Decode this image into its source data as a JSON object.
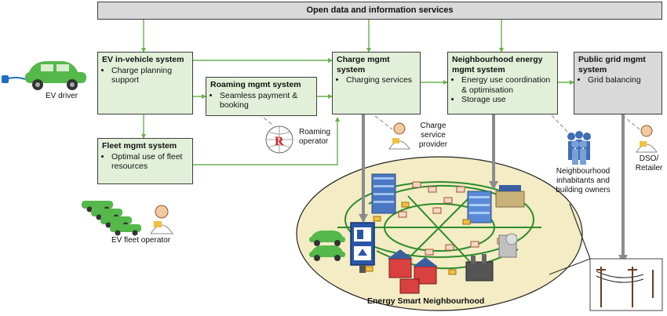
{
  "top_bar": {
    "label": "Open data and information services"
  },
  "boxes": {
    "ev_in_vehicle": {
      "title": "EV in-vehicle system",
      "bullets": [
        "Charge planning support"
      ]
    },
    "roaming": {
      "title": "Roaming mgmt system",
      "bullets": [
        "Seamless payment & booking"
      ]
    },
    "charge": {
      "title": "Charge mgmt system",
      "bullets": [
        "Charging services"
      ]
    },
    "neighbourhood": {
      "title": "Neighbourhood energy mgmt system",
      "bullets": [
        "Energy use coordination & optimisation",
        "Storage  use"
      ]
    },
    "public_grid": {
      "title": "Public grid mgmt system",
      "bullets": [
        "Grid balancing"
      ]
    },
    "fleet": {
      "title": "Fleet mgmt system",
      "bullets": [
        "Optimal use of fleet resources"
      ]
    }
  },
  "actors": {
    "ev_driver": "EV driver",
    "roaming_operator": "Roaming operator",
    "charge_service_provider": "Charge service provider",
    "neighbourhood_inhabitants": "Neighbourhood inhabitants and building owners",
    "dso_retailer": "DSO/ Retailer",
    "ev_fleet_operator": "EV fleet operator"
  },
  "neighbourhood_label": "Energy Smart Neighbourhood",
  "colors": {
    "box_green": "#e3f0d9",
    "box_grey": "#d9d9d9",
    "arrow_green": "#6ab04c",
    "arrow_grey": "#8c8c8c",
    "ellipse": "#f3ecc4",
    "car": "#55b84a"
  }
}
